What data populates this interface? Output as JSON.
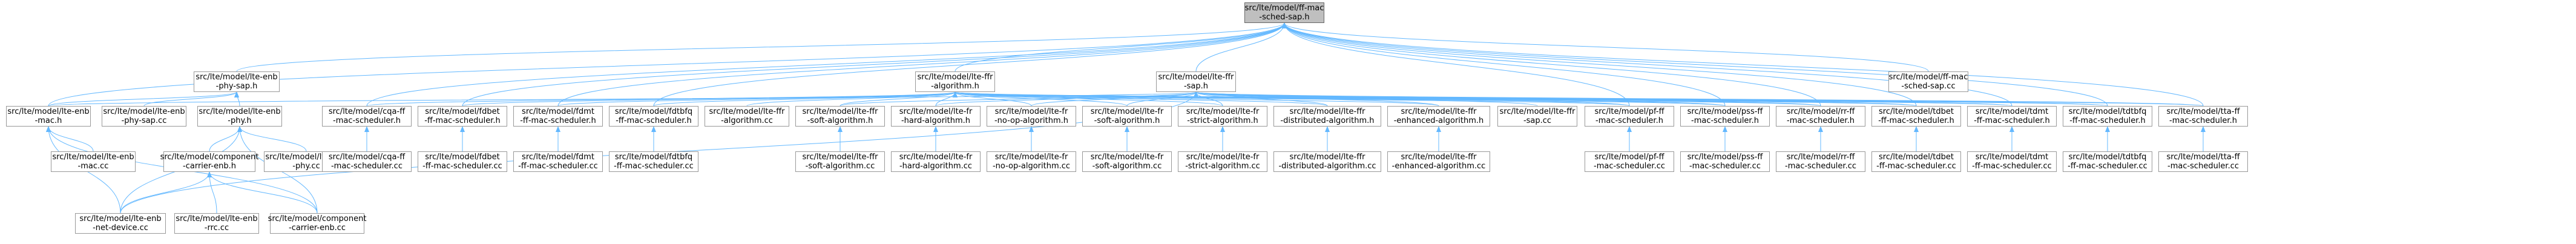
{
  "graph": {
    "colors": {
      "edge": "#63b8ff",
      "node_border": "#999999",
      "root_fill": "#bfbfbf"
    },
    "nodes": {
      "root": {
        "label": "src/lte/model/ff-mac\n-sched-sap.h",
        "root": true
      },
      "lteEnbPhySap": {
        "label": "src/lte/model/lte-enb\n-phy-sap.h"
      },
      "lteFfrAlgorithm": {
        "label": "src/lte/model/lte-ffr\n-algorithm.h"
      },
      "lteFfrSap": {
        "label": "src/lte/model/lte-ffr\n-sap.h"
      },
      "ffMacSchedSapCc": {
        "label": "src/lte/model/ff-mac\n-sched-sap.cc"
      },
      "lteEnbMac": {
        "label": "src/lte/model/lte-enb\n-mac.h"
      },
      "lteEnbPhySapCc": {
        "label": "src/lte/model/lte-enb\n-phy-sap.cc"
      },
      "lteEnbPhy": {
        "label": "src/lte/model/lte-enb\n-phy.h"
      },
      "cqaH": {
        "label": "src/lte/model/cqa-ff\n-mac-scheduler.h"
      },
      "fdbetH": {
        "label": "src/lte/model/fdbet\n-ff-mac-scheduler.h"
      },
      "fdmtH": {
        "label": "src/lte/model/fdmt\n-ff-mac-scheduler.h"
      },
      "fdtbfqH": {
        "label": "src/lte/model/fdtbfq\n-ff-mac-scheduler.h"
      },
      "lteFfrAlgCc": {
        "label": "src/lte/model/lte-ffr\n-algorithm.cc"
      },
      "ffrSoftH": {
        "label": "src/lte/model/lte-ffr\n-soft-algorithm.h"
      },
      "frHardH": {
        "label": "src/lte/model/lte-fr\n-hard-algorithm.h"
      },
      "frNoOpH": {
        "label": "src/lte/model/lte-fr\n-no-op-algorithm.h"
      },
      "frSoftH": {
        "label": "src/lte/model/lte-fr\n-soft-algorithm.h"
      },
      "frStrictH": {
        "label": "src/lte/model/lte-fr\n-strict-algorithm.h"
      },
      "ffrDistH": {
        "label": "src/lte/model/lte-ffr\n-distributed-algorithm.h"
      },
      "ffrEnhH": {
        "label": "src/lte/model/lte-ffr\n-enhanced-algorithm.h"
      },
      "lteFfrSapCc": {
        "label": "src/lte/model/lte-ffr\n-sap.cc"
      },
      "pfH": {
        "label": "src/lte/model/pf-ff\n-mac-scheduler.h"
      },
      "pssH": {
        "label": "src/lte/model/pss-ff\n-mac-scheduler.h"
      },
      "rrH": {
        "label": "src/lte/model/rr-ff\n-mac-scheduler.h"
      },
      "tdbetH": {
        "label": "src/lte/model/tdbet\n-ff-mac-scheduler.h"
      },
      "tdmtH": {
        "label": "src/lte/model/tdmt\n-ff-mac-scheduler.h"
      },
      "tdtbfqH": {
        "label": "src/lte/model/tdtbfq\n-ff-mac-scheduler.h"
      },
      "ttaH": {
        "label": "src/lte/model/tta-ff\n-mac-scheduler.h"
      },
      "lteEnbMacCc": {
        "label": "src/lte/model/lte-enb\n-mac.cc"
      },
      "compCarrierEnbH": {
        "label": "src/lte/model/component\n-carrier-enb.h"
      },
      "lteEnbPhyCc": {
        "label": "src/lte/model/lte-enb\n-phy.cc"
      },
      "cqaCc": {
        "label": "src/lte/model/cqa-ff\n-mac-scheduler.cc"
      },
      "fdbetCc": {
        "label": "src/lte/model/fdbet\n-ff-mac-scheduler.cc"
      },
      "fdmtCc": {
        "label": "src/lte/model/fdmt\n-ff-mac-scheduler.cc"
      },
      "fdtbfqCc": {
        "label": "src/lte/model/fdtbfq\n-ff-mac-scheduler.cc"
      },
      "ffrSoftCc": {
        "label": "src/lte/model/lte-ffr\n-soft-algorithm.cc"
      },
      "frHardCc": {
        "label": "src/lte/model/lte-fr\n-hard-algorithm.cc"
      },
      "frNoOpCc": {
        "label": "src/lte/model/lte-fr\n-no-op-algorithm.cc"
      },
      "frSoftCc": {
        "label": "src/lte/model/lte-fr\n-soft-algorithm.cc"
      },
      "frStrictCc": {
        "label": "src/lte/model/lte-fr\n-strict-algorithm.cc"
      },
      "ffrDistCc": {
        "label": "src/lte/model/lte-ffr\n-distributed-algorithm.cc"
      },
      "ffrEnhCc": {
        "label": "src/lte/model/lte-ffr\n-enhanced-algorithm.cc"
      },
      "pfCc": {
        "label": "src/lte/model/pf-ff\n-mac-scheduler.cc"
      },
      "pssCc": {
        "label": "src/lte/model/pss-ff\n-mac-scheduler.cc"
      },
      "rrCc": {
        "label": "src/lte/model/rr-ff\n-mac-scheduler.cc"
      },
      "tdbetCc": {
        "label": "src/lte/model/tdbet\n-ff-mac-scheduler.cc"
      },
      "tdmtCc": {
        "label": "src/lte/model/tdmt\n-ff-mac-scheduler.cc"
      },
      "tdtbfqCc": {
        "label": "src/lte/model/tdtbfq\n-ff-mac-scheduler.cc"
      },
      "ttaCc": {
        "label": "src/lte/model/tta-ff\n-mac-scheduler.cc"
      },
      "lteEnbNetDeviceCc": {
        "label": "src/lte/model/lte-enb\n-net-device.cc"
      },
      "lteEnbRrcCc": {
        "label": "src/lte/model/lte-enb\n-rrc.cc"
      },
      "compCarrierEnbCc": {
        "label": "src/lte/model/component\n-carrier-enb.cc"
      }
    },
    "edges": [
      [
        "lteEnbPhySap",
        "root"
      ],
      [
        "lteFfrAlgorithm",
        "root"
      ],
      [
        "lteFfrSap",
        "root"
      ],
      [
        "ffMacSchedSapCc",
        "root"
      ],
      [
        "lteEnbMac",
        "root"
      ],
      [
        "cqaH",
        "root"
      ],
      [
        "fdbetH",
        "root"
      ],
      [
        "fdmtH",
        "root"
      ],
      [
        "fdtbfqH",
        "root"
      ],
      [
        "pfH",
        "root"
      ],
      [
        "pssH",
        "root"
      ],
      [
        "rrH",
        "root"
      ],
      [
        "tdbetH",
        "root"
      ],
      [
        "tdmtH",
        "root"
      ],
      [
        "tdtbfqH",
        "root"
      ],
      [
        "ttaH",
        "root"
      ],
      [
        "lteEnbMac",
        "lteEnbPhySap"
      ],
      [
        "lteEnbPhySapCc",
        "lteEnbPhySap"
      ],
      [
        "lteEnbPhy",
        "lteEnbPhySap"
      ],
      [
        "cqaH",
        "lteFfrAlgorithm"
      ],
      [
        "fdbetH",
        "lteFfrAlgorithm"
      ],
      [
        "fdmtH",
        "lteFfrAlgorithm"
      ],
      [
        "fdtbfqH",
        "lteFfrAlgorithm"
      ],
      [
        "lteFfrAlgCc",
        "lteFfrAlgorithm"
      ],
      [
        "ffrSoftH",
        "lteFfrAlgorithm"
      ],
      [
        "frHardH",
        "lteFfrAlgorithm"
      ],
      [
        "frNoOpH",
        "lteFfrAlgorithm"
      ],
      [
        "frSoftH",
        "lteFfrAlgorithm"
      ],
      [
        "frStrictH",
        "lteFfrAlgorithm"
      ],
      [
        "ffrDistH",
        "lteFfrAlgorithm"
      ],
      [
        "ffrEnhH",
        "lteFfrAlgorithm"
      ],
      [
        "pfH",
        "lteFfrAlgorithm"
      ],
      [
        "pssH",
        "lteFfrAlgorithm"
      ],
      [
        "rrH",
        "lteFfrAlgorithm"
      ],
      [
        "tdbetH",
        "lteFfrAlgorithm"
      ],
      [
        "tdmtH",
        "lteFfrAlgorithm"
      ],
      [
        "tdtbfqH",
        "lteFfrAlgorithm"
      ],
      [
        "ttaH",
        "lteFfrAlgorithm"
      ],
      [
        "lteEnbMac",
        "lteFfrSap"
      ],
      [
        "lteEnbNetDeviceCc",
        "lteFfrSap"
      ],
      [
        "ffrSoftH",
        "lteFfrSap"
      ],
      [
        "frHardH",
        "lteFfrSap"
      ],
      [
        "frNoOpH",
        "lteFfrSap"
      ],
      [
        "frSoftH",
        "lteFfrSap"
      ],
      [
        "frStrictH",
        "lteFfrSap"
      ],
      [
        "ffrDistH",
        "lteFfrSap"
      ],
      [
        "ffrEnhH",
        "lteFfrSap"
      ],
      [
        "lteFfrSapCc",
        "lteFfrSap"
      ],
      [
        "pfH",
        "lteFfrSap"
      ],
      [
        "pssH",
        "lteFfrSap"
      ],
      [
        "rrH",
        "lteFfrSap"
      ],
      [
        "tdbetH",
        "lteFfrSap"
      ],
      [
        "tdmtH",
        "lteFfrSap"
      ],
      [
        "tdtbfqH",
        "lteFfrSap"
      ],
      [
        "ttaH",
        "lteFfrSap"
      ],
      [
        "lteEnbMacCc",
        "lteEnbMac"
      ],
      [
        "lteEnbNetDeviceCc",
        "lteEnbMac"
      ],
      [
        "compCarrierEnbCc",
        "lteEnbMac"
      ],
      [
        "compCarrierEnbH",
        "lteEnbPhy"
      ],
      [
        "lteEnbPhyCc",
        "lteEnbPhy"
      ],
      [
        "lteEnbNetDeviceCc",
        "lteEnbPhy"
      ],
      [
        "compCarrierEnbCc",
        "lteEnbPhy"
      ],
      [
        "lteEnbNetDeviceCc",
        "compCarrierEnbH"
      ],
      [
        "lteEnbRrcCc",
        "compCarrierEnbH"
      ],
      [
        "compCarrierEnbCc",
        "compCarrierEnbH"
      ],
      [
        "cqaCc",
        "cqaH"
      ],
      [
        "fdbetCc",
        "fdbetH"
      ],
      [
        "fdmtCc",
        "fdmtH"
      ],
      [
        "fdtbfqCc",
        "fdtbfqH"
      ],
      [
        "ffrSoftCc",
        "ffrSoftH"
      ],
      [
        "frHardCc",
        "frHardH"
      ],
      [
        "frNoOpCc",
        "frNoOpH"
      ],
      [
        "frSoftCc",
        "frSoftH"
      ],
      [
        "frStrictCc",
        "frStrictH"
      ],
      [
        "ffrDistCc",
        "ffrDistH"
      ],
      [
        "ffrEnhCc",
        "ffrEnhH"
      ],
      [
        "pfCc",
        "pfH"
      ],
      [
        "pssCc",
        "pssH"
      ],
      [
        "rrCc",
        "rrH"
      ],
      [
        "tdbetCc",
        "tdbetH"
      ],
      [
        "tdmtCc",
        "tdmtH"
      ],
      [
        "tdtbfqCc",
        "tdtbfqH"
      ],
      [
        "ttaCc",
        "ttaH"
      ]
    ]
  }
}
